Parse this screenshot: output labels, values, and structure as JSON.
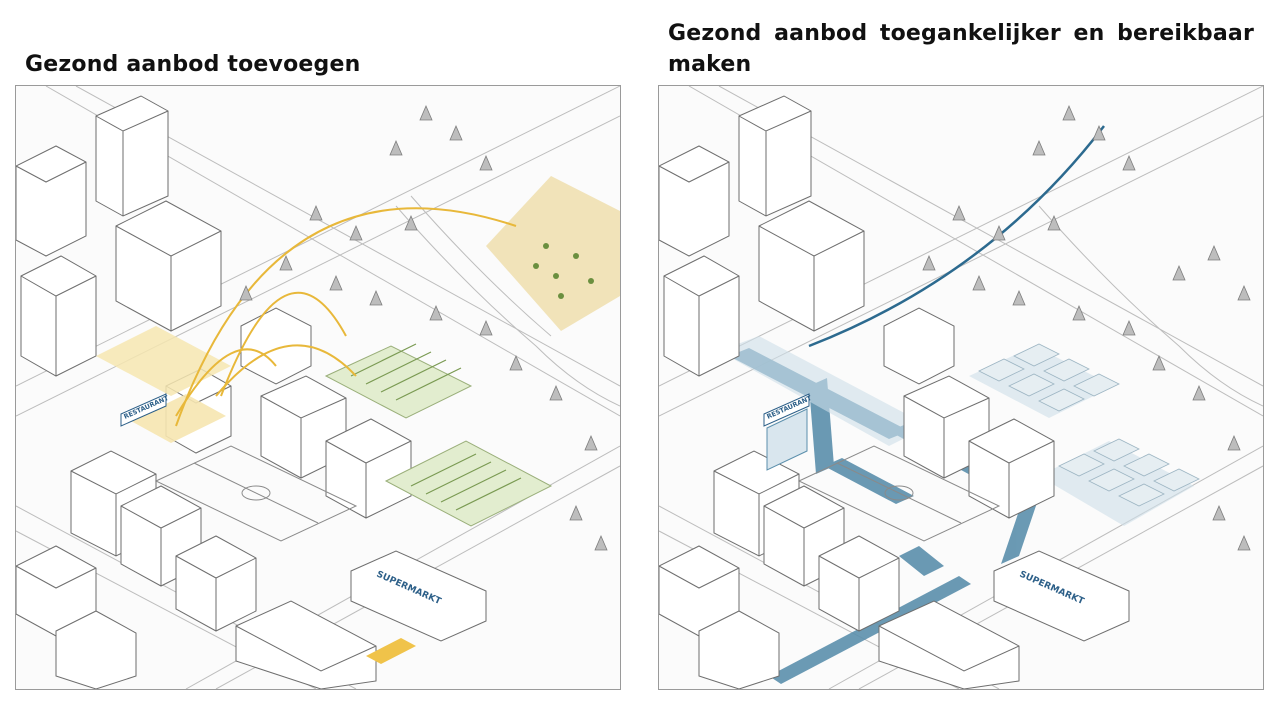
{
  "slides": {
    "left": {
      "heading": "Gezond aanbod toevoegen",
      "signs": {
        "restaurant": "RESTAURANT",
        "supermarket": "SUPERMARKT"
      }
    },
    "right": {
      "heading": "Gezond aanbod toegankelijker en bereikbaar maken",
      "signs": {
        "restaurant": "RESTAURANT",
        "supermarket": "SUPERMARKT"
      }
    }
  },
  "colors": {
    "accent_left": "#e8b83a",
    "accent_left_fill": "#f6e6b0",
    "accent_right": "#5b8fac",
    "accent_right_fill": "#cfe0ea",
    "building_stroke": "#6e6e6e",
    "green": "#7a9a52"
  }
}
